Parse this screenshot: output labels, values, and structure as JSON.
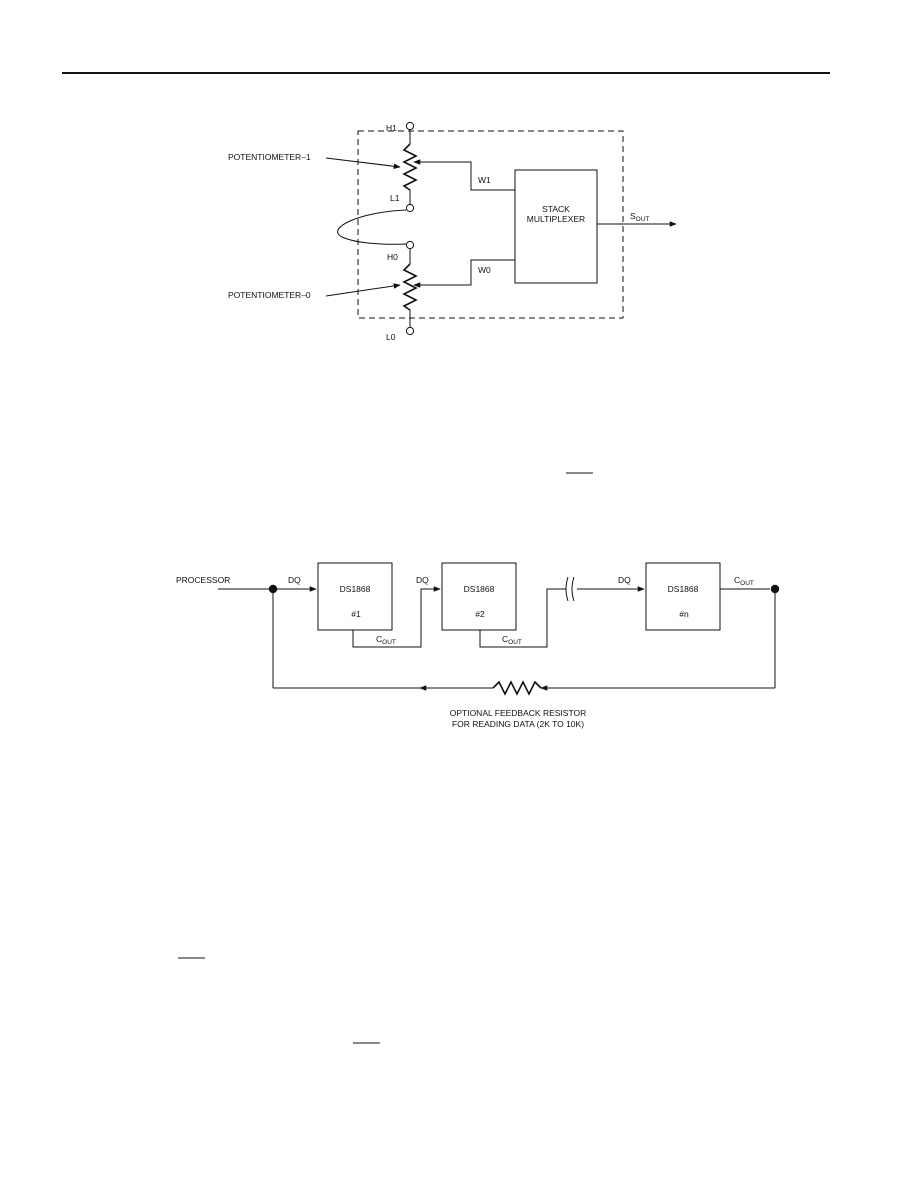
{
  "diagram1": {
    "labels": {
      "h1": "H1",
      "l1": "L1",
      "h0": "H0",
      "l0": "L0",
      "w1": "W1",
      "w0": "W0",
      "pot1": "POTENTIOMETER–1",
      "pot0": "POTENTIOMETER–0",
      "stack_line1": "STACK",
      "stack_line2": "MULTIPLEXER",
      "sout_main": "S",
      "sout_sub": "OUT"
    }
  },
  "diagram2": {
    "labels": {
      "processor": "PROCESSOR",
      "dq": "DQ",
      "chip1_name": "DS1868",
      "chip1_num": "#1",
      "chip2_name": "DS1868",
      "chip2_num": "#2",
      "chipn_name": "DS1868",
      "chipn_num": "#n",
      "cout_main": "C",
      "cout_sub": "OUT",
      "feedback_line1": "OPTIONAL FEEDBACK RESISTOR",
      "feedback_line2": "FOR READING DATA (2K TO 10K)"
    }
  }
}
